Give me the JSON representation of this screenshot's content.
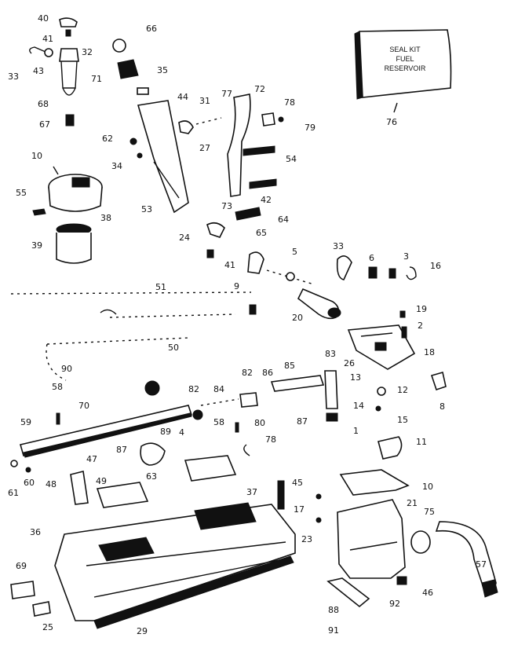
{
  "seal_kit": {
    "line1": "SEAL KIT",
    "line2": "FUEL",
    "line3": "RESERVOIR",
    "number": "76"
  },
  "callouts": [
    {
      "id": "c40a",
      "text": "40"
    },
    {
      "id": "c41a",
      "text": "41"
    },
    {
      "id": "c66",
      "text": "66"
    },
    {
      "id": "c32",
      "text": "32"
    },
    {
      "id": "c33a",
      "text": "33"
    },
    {
      "id": "c43",
      "text": "43"
    },
    {
      "id": "c71",
      "text": "71"
    },
    {
      "id": "c35",
      "text": "35"
    },
    {
      "id": "c68",
      "text": "68"
    },
    {
      "id": "c44",
      "text": "44"
    },
    {
      "id": "c31",
      "text": "31"
    },
    {
      "id": "c77",
      "text": "77"
    },
    {
      "id": "c72",
      "text": "72"
    },
    {
      "id": "c78a",
      "text": "78"
    },
    {
      "id": "c67",
      "text": "67"
    },
    {
      "id": "c79",
      "text": "79"
    },
    {
      "id": "c62",
      "text": "62"
    },
    {
      "id": "c27",
      "text": "27"
    },
    {
      "id": "c10a",
      "text": "10"
    },
    {
      "id": "c34",
      "text": "34"
    },
    {
      "id": "c54",
      "text": "54"
    },
    {
      "id": "c55",
      "text": "55"
    },
    {
      "id": "c42",
      "text": "42"
    },
    {
      "id": "c53",
      "text": "53"
    },
    {
      "id": "c73",
      "text": "73"
    },
    {
      "id": "c64",
      "text": "64"
    },
    {
      "id": "c38",
      "text": "38"
    },
    {
      "id": "c24",
      "text": "24"
    },
    {
      "id": "c65",
      "text": "65"
    },
    {
      "id": "c39",
      "text": "39"
    },
    {
      "id": "c33b",
      "text": "33"
    },
    {
      "id": "c5",
      "text": "5"
    },
    {
      "id": "c6",
      "text": "6"
    },
    {
      "id": "c3",
      "text": "3"
    },
    {
      "id": "c16",
      "text": "16"
    },
    {
      "id": "c41b",
      "text": "41"
    },
    {
      "id": "c9",
      "text": "9"
    },
    {
      "id": "c51",
      "text": "51"
    },
    {
      "id": "c19",
      "text": "19"
    },
    {
      "id": "c20",
      "text": "20"
    },
    {
      "id": "c2",
      "text": "2"
    },
    {
      "id": "c50",
      "text": "50"
    },
    {
      "id": "c26",
      "text": "26"
    },
    {
      "id": "c18",
      "text": "18"
    },
    {
      "id": "c83",
      "text": "83"
    },
    {
      "id": "c85",
      "text": "85"
    },
    {
      "id": "c90",
      "text": "90"
    },
    {
      "id": "c13",
      "text": "13"
    },
    {
      "id": "c12",
      "text": "12"
    },
    {
      "id": "c58a",
      "text": "58"
    },
    {
      "id": "c82a",
      "text": "82"
    },
    {
      "id": "c84",
      "text": "84"
    },
    {
      "id": "c82b",
      "text": "82"
    },
    {
      "id": "c86",
      "text": "86"
    },
    {
      "id": "c8",
      "text": "8"
    },
    {
      "id": "c70",
      "text": "70"
    },
    {
      "id": "c14",
      "text": "14"
    },
    {
      "id": "c59",
      "text": "59"
    },
    {
      "id": "c58b",
      "text": "58"
    },
    {
      "id": "c80",
      "text": "80"
    },
    {
      "id": "c87a",
      "text": "87"
    },
    {
      "id": "c15",
      "text": "15"
    },
    {
      "id": "c89",
      "text": "89"
    },
    {
      "id": "c4",
      "text": "4"
    },
    {
      "id": "c78b",
      "text": "78"
    },
    {
      "id": "c1",
      "text": "1"
    },
    {
      "id": "c11",
      "text": "11"
    },
    {
      "id": "c87b",
      "text": "87"
    },
    {
      "id": "c47",
      "text": "47"
    },
    {
      "id": "c60",
      "text": "60"
    },
    {
      "id": "c48a",
      "text": "48"
    },
    {
      "id": "c63",
      "text": "63"
    },
    {
      "id": "c49",
      "text": "49"
    },
    {
      "id": "c61",
      "text": "61"
    },
    {
      "id": "c45",
      "text": "45"
    },
    {
      "id": "c10b",
      "text": "10"
    },
    {
      "id": "c37",
      "text": "37"
    },
    {
      "id": "c21",
      "text": "21"
    },
    {
      "id": "c17",
      "text": "17"
    },
    {
      "id": "c75",
      "text": "75"
    },
    {
      "id": "c36",
      "text": "36"
    },
    {
      "id": "c23",
      "text": "23"
    },
    {
      "id": "c69",
      "text": "69"
    },
    {
      "id": "c57",
      "text": "57"
    },
    {
      "id": "c46",
      "text": "46"
    },
    {
      "id": "c92",
      "text": "92"
    },
    {
      "id": "c88",
      "text": "88"
    },
    {
      "id": "c25",
      "text": "25"
    },
    {
      "id": "c29",
      "text": "29"
    },
    {
      "id": "c91",
      "text": "91"
    }
  ]
}
